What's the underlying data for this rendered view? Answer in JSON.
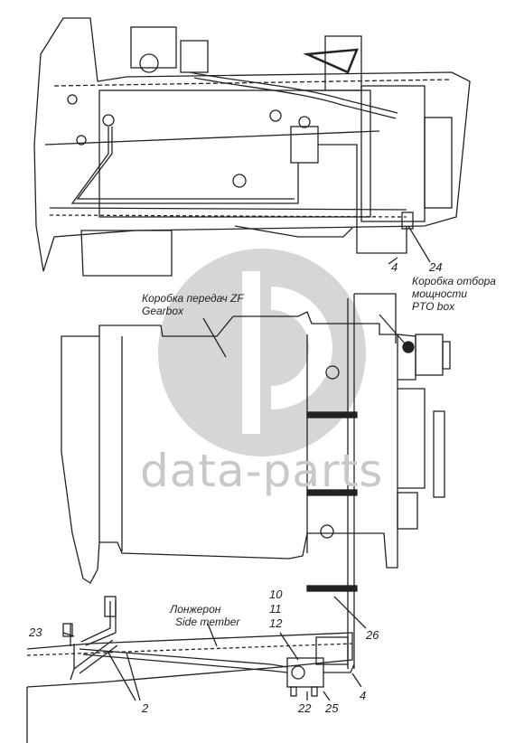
{
  "labels": {
    "gearbox_ru": "Коробка передач ZF",
    "gearbox_en": "Gearbox",
    "pto_ru_1": "Коробка отбора",
    "pto_ru_2": "мощности",
    "pto_en": "PTO box",
    "side_ru": "Лонжерон",
    "side_en": "Side member"
  },
  "callouts": {
    "n4_top": "4",
    "n24": "24",
    "n10": "10",
    "n11": "11",
    "n12": "12",
    "n23": "23",
    "n26": "26",
    "n2": "2",
    "n22": "22",
    "n25": "25",
    "n4_bottom": "4"
  },
  "watermark": {
    "text": "data-parts"
  },
  "colors": {
    "line": "#222222",
    "watermark": "#c8c8c8",
    "background": "#ffffff"
  }
}
